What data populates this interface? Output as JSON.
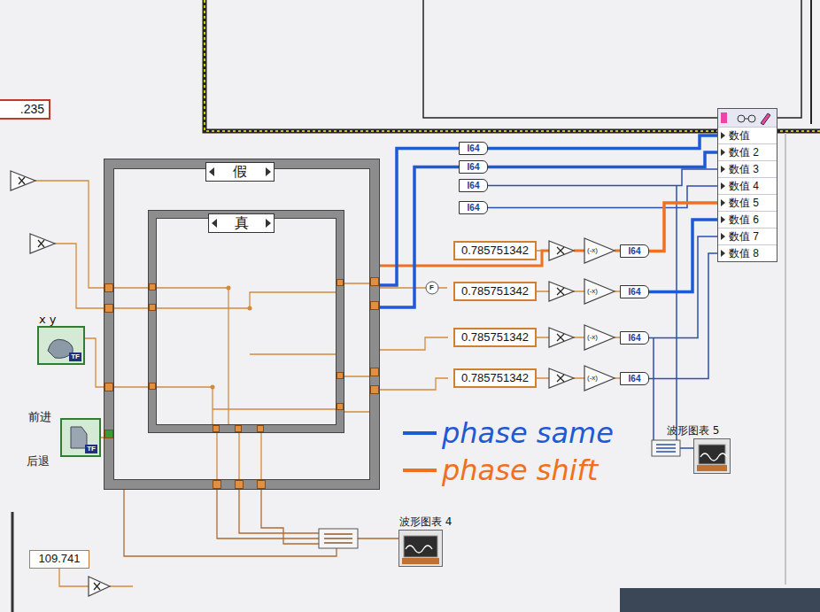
{
  "diagram": {
    "nodes": [
      {
        "text": [
          "假"
        ]
      },
      {
        "text": [
          "真"
        ],
        "in": 0
      },
      {
        "text": [
          ".235"
        ]
      },
      {
        "text": [
          "109.741"
        ]
      },
      {
        "text": [
          "0.785751342"
        ]
      },
      {
        "text": [
          "0.785751342"
        ]
      },
      {
        "text": [
          "0.785751342"
        ]
      },
      {
        "text": [
          "0.785751342"
        ]
      },
      {
        "text": [
          "I64"
        ]
      },
      {
        "text": [
          "I64"
        ]
      },
      {
        "text": [
          "I64"
        ]
      },
      {
        "text": [
          "I64"
        ]
      },
      {
        "text": [
          "I64"
        ]
      },
      {
        "text": [
          "I64"
        ]
      },
      {
        "text": [
          "I64"
        ]
      },
      {
        "text": [
          "I64"
        ]
      },
      {
        "text": [
          "数值",
          "数值 2",
          "数值 3",
          "数值 4",
          "数值 5",
          "数值 6",
          "数值 7",
          "数值 8"
        ]
      },
      {
        "text": [
          "波形图表 5"
        ]
      },
      {
        "text": [
          "波形图表 4"
        ]
      },
      {
        "text": [
          "x y",
          "TF"
        ]
      },
      {
        "text": [
          "前进",
          "TF"
        ]
      }
    ],
    "edges": [
      {
        "from": 0,
        "to": 8,
        "arrow": "none"
      },
      {
        "from": 0,
        "to": 9,
        "arrow": "none"
      },
      {
        "from": 8,
        "to": 16,
        "arrow": "none"
      },
      {
        "from": 9,
        "to": 16,
        "arrow": "none"
      },
      {
        "from": 10,
        "to": 16,
        "arrow": "none"
      },
      {
        "from": 11,
        "to": 16,
        "arrow": "none"
      },
      {
        "from": 12,
        "to": 16,
        "arrow": "none"
      },
      {
        "from": 13,
        "to": 16,
        "arrow": "none"
      },
      {
        "from": 14,
        "to": 16,
        "arrow": "none"
      },
      {
        "from": 15,
        "to": 16,
        "arrow": "none"
      }
    ],
    "labels": [
      "后退",
      "(-x)",
      "(-x)",
      "(-x)",
      "(-x)",
      "F"
    ],
    "legend": [
      {
        "text": "phase same",
        "color": "#1e5ad6"
      },
      {
        "text": "phase shift",
        "color": "#f07020"
      }
    ]
  }
}
